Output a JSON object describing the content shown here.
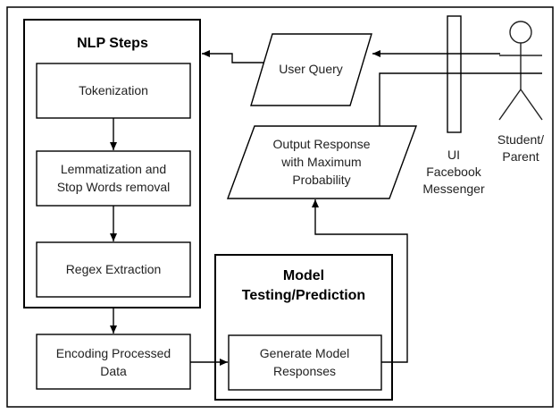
{
  "nlp_group": {
    "title": "NLP Steps",
    "steps": [
      "Tokenization",
      "Lemmatization and",
      "Stop Words removal",
      "Regex Extraction"
    ]
  },
  "encoding": {
    "line1": "Encoding Processed",
    "line2": "Data"
  },
  "model_group": {
    "title_line1": "Model",
    "title_line2": "Testing/Prediction",
    "step_line1": "Generate Model",
    "step_line2": "Responses"
  },
  "user_query": "User Query",
  "output_response": {
    "line1": "Output Response",
    "line2": "with Maximum",
    "line3": "Probability"
  },
  "ui": {
    "line1": "UI",
    "line2": "Facebook",
    "line3": "Messenger"
  },
  "actor": {
    "line1": "Student/",
    "line2": "Parent"
  },
  "colors": {
    "stroke": "#000000",
    "text": "#222222",
    "frame": "#000000"
  }
}
